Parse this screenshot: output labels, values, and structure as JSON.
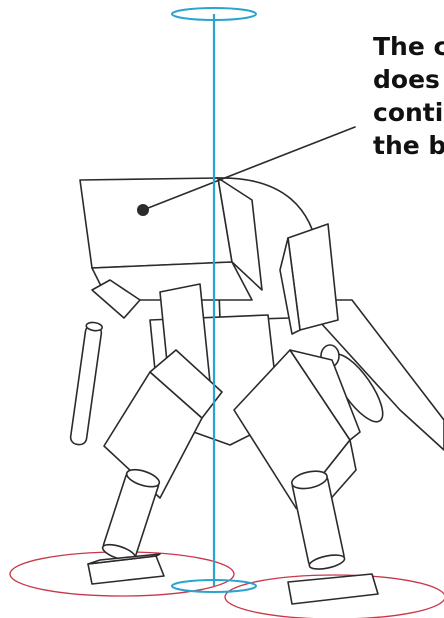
{
  "caption": {
    "line1": "The c",
    "line2": "does",
    "line3": "conti",
    "line4": "the b"
  },
  "colors": {
    "axis": "#2aa3cf",
    "ground_ellipse": "#c8384a",
    "sketch": "#2b2b2b",
    "background": "#ffffff"
  }
}
